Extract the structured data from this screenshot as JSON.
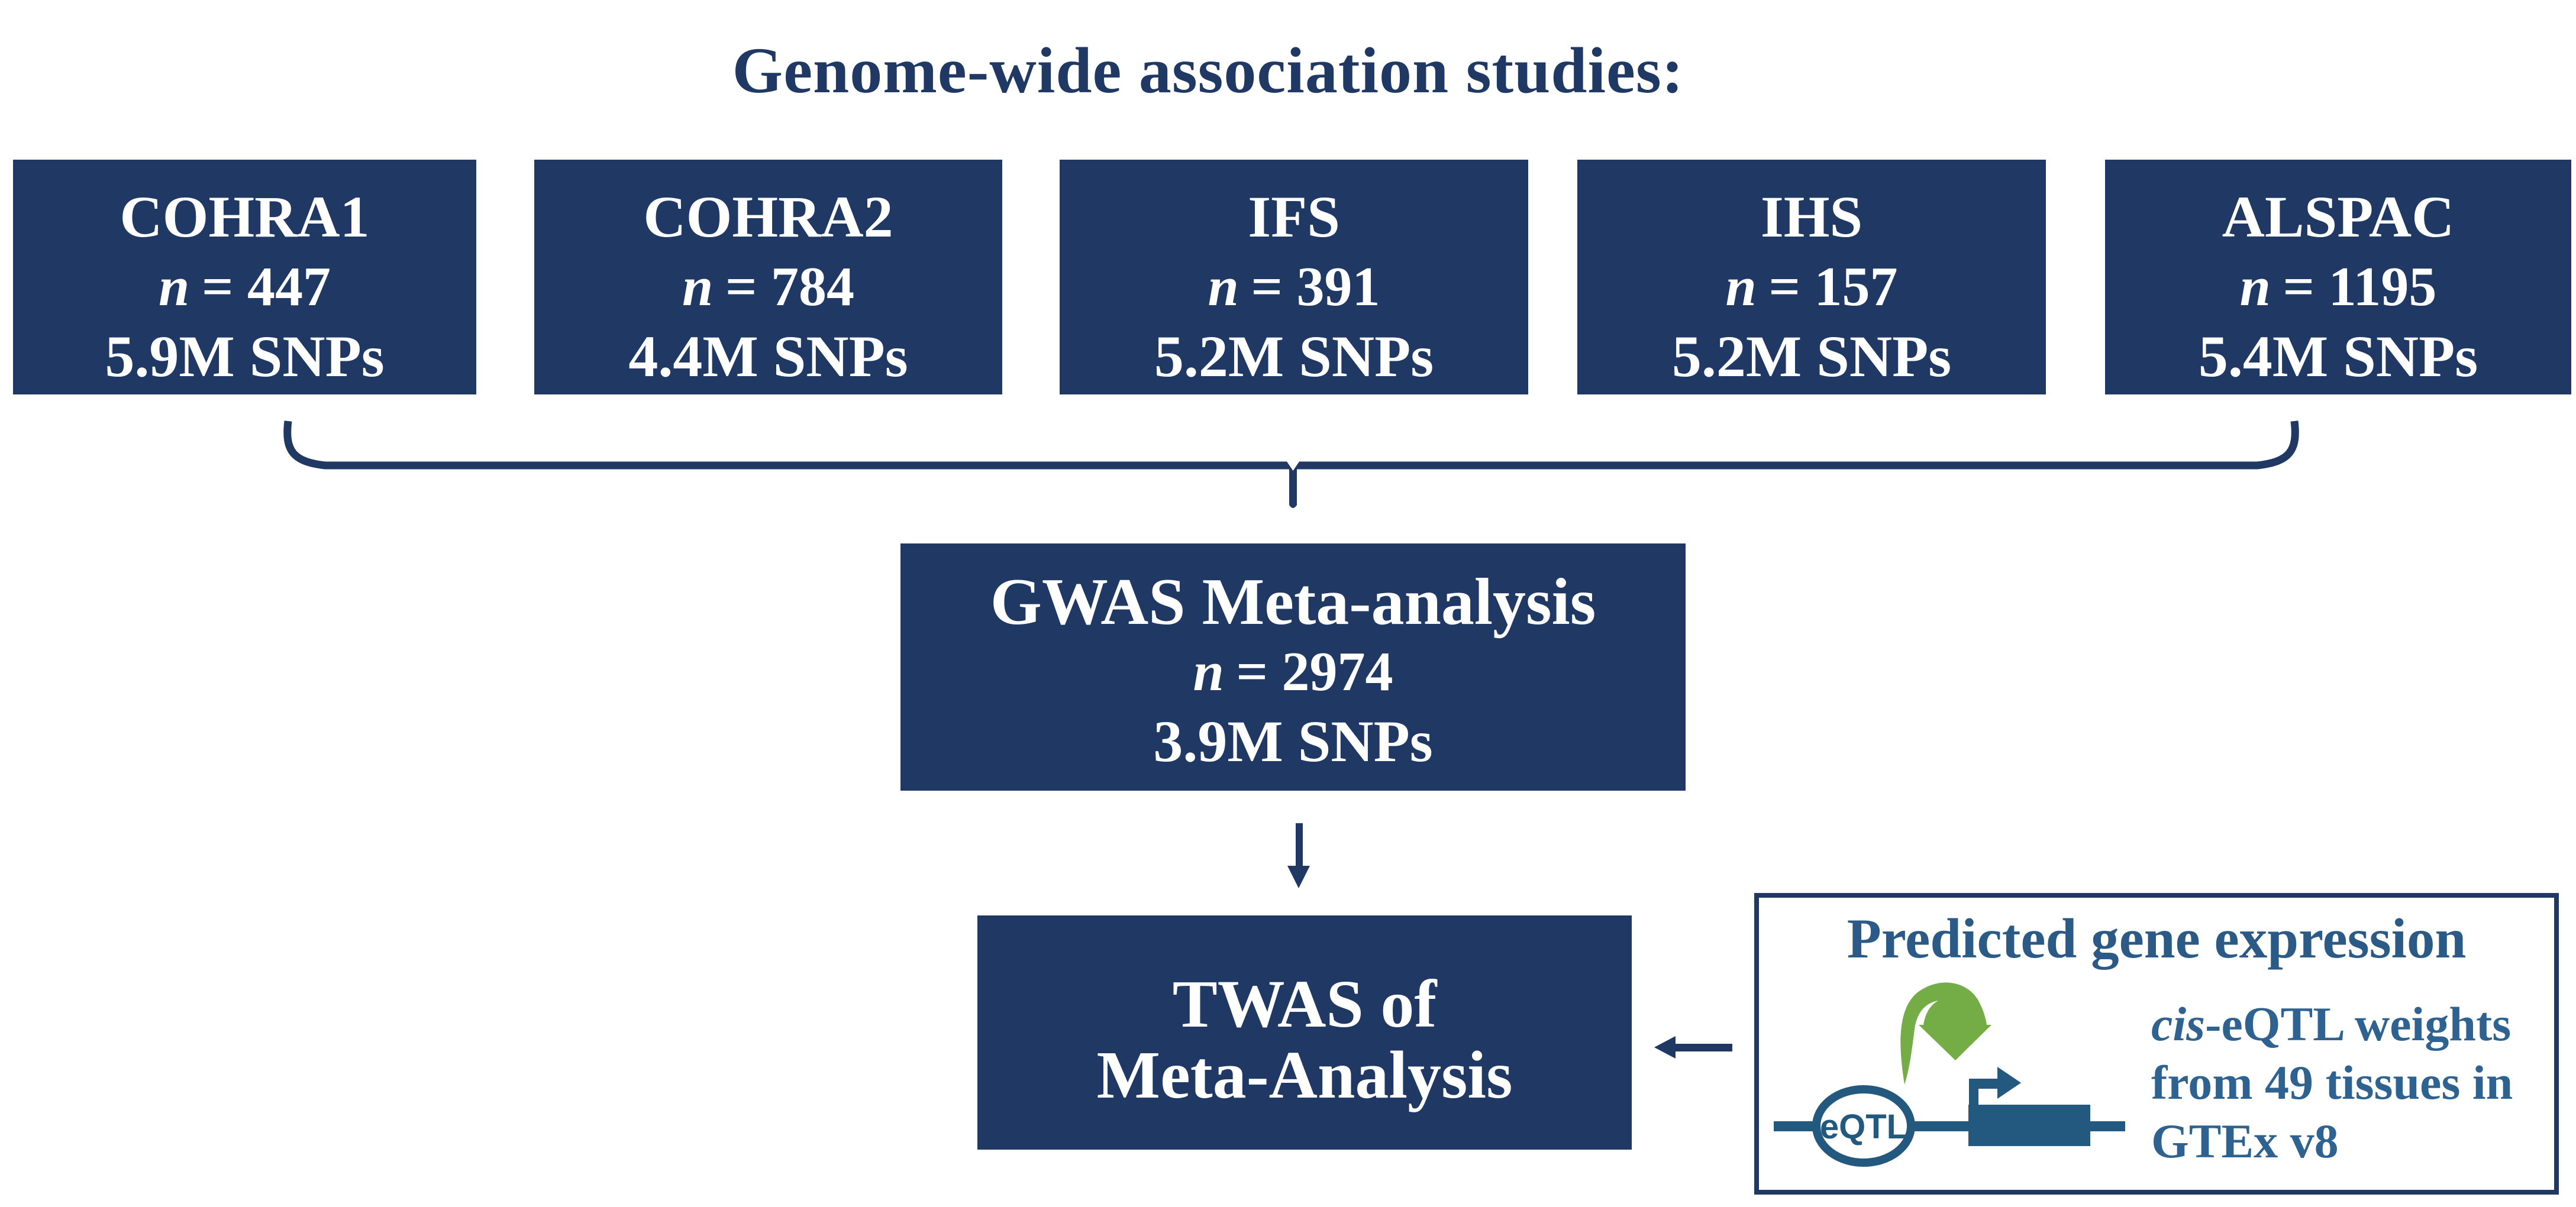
{
  "title": "Genome-wide association studies:",
  "colors": {
    "navy": "#1f3864",
    "steel_title": "#2a5a85",
    "steel_text": "#2e6291",
    "icon_navy": "#24597f",
    "green": "#74ad45",
    "white": "#ffffff"
  },
  "studies": [
    {
      "name": "COHRA1",
      "n_label": "n",
      "n_value": "= 447",
      "snps": "5.9M SNPs"
    },
    {
      "name": "COHRA2",
      "n_label": "n",
      "n_value": "= 784",
      "snps": "4.4M SNPs"
    },
    {
      "name": "IFS",
      "n_label": "n",
      "n_value": "= 391",
      "snps": "5.2M SNPs"
    },
    {
      "name": "IHS",
      "n_label": "n",
      "n_value": "= 157",
      "snps": "5.2M SNPs"
    },
    {
      "name": "ALSPAC",
      "n_label": "n",
      "n_value": "= 1195",
      "snps": "5.4M SNPs"
    }
  ],
  "meta_analysis": {
    "title": "GWAS Meta-analysis",
    "n_label": "n",
    "n_value": "= 2974",
    "snps": "3.9M SNPs"
  },
  "twas": {
    "line1": "TWAS of",
    "line2": "Meta-Analysis"
  },
  "predicted_gene_expression": {
    "title": "Predicted gene expression",
    "eqtl_label": "eQTL",
    "desc_cis_italic": "cis",
    "desc_line1_rest": "-eQTL weights",
    "desc_line2": "from 49 tissues in",
    "desc_line3": "GTEx v8"
  }
}
